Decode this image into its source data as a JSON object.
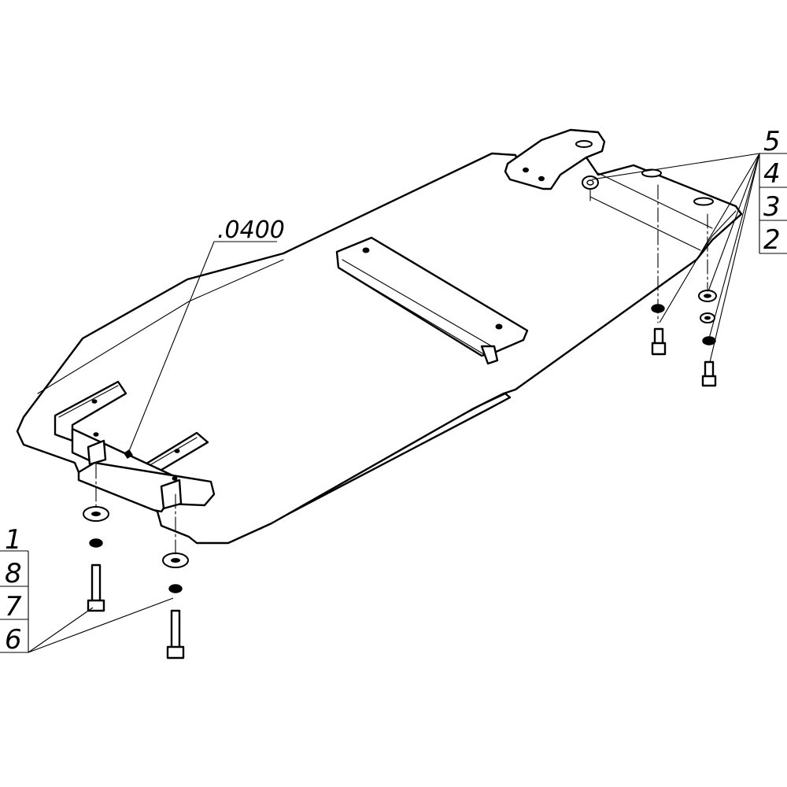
{
  "part_code": ".0400",
  "callouts": {
    "right": [
      "5",
      "4",
      "3",
      "2"
    ],
    "left": [
      "1",
      "8",
      "7",
      "6"
    ]
  }
}
